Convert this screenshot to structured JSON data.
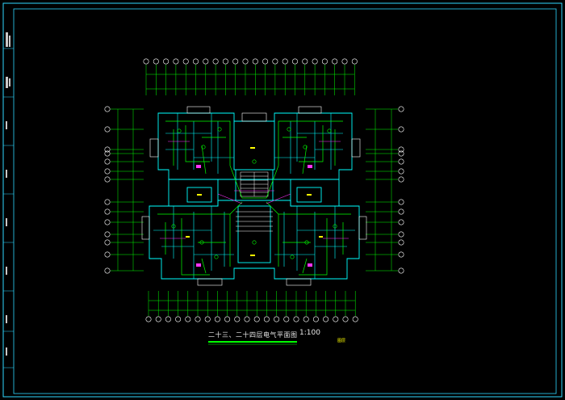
{
  "drawing": {
    "title": "二十三、二十四层电气平面图",
    "scale": "1:100",
    "stamp": "图层"
  },
  "colors": {
    "background": "#000000",
    "frame": "#2fd8ff",
    "walls": "#00ffff",
    "wiring": "#00ff00",
    "fixtures": "#ff33ff",
    "stairs": "#ffffff",
    "labels": "#ffff00",
    "title_underline": "#00ff00"
  }
}
